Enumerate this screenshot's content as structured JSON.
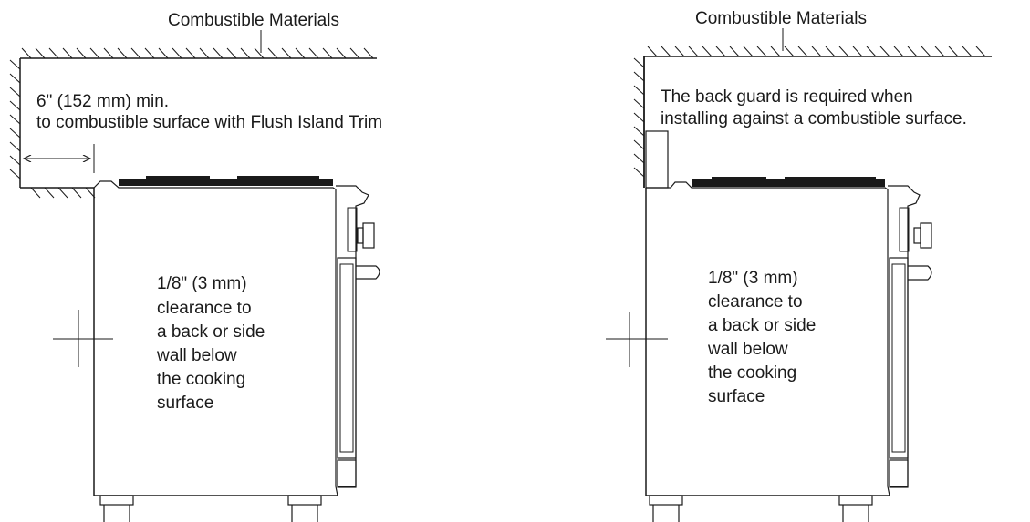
{
  "left_panel": {
    "ceiling_label": "Combustible Materials",
    "dimension_line1": "6\" (152 mm) min.",
    "dimension_line2": "to combustible surface with Flush Island Trim",
    "clearance_lines": [
      "1/8\" (3 mm)",
      "clearance to",
      "a back or side",
      "wall below",
      "the cooking",
      "surface"
    ]
  },
  "right_panel": {
    "ceiling_label": "Combustible Materials",
    "guard_line1": "The back guard is required when",
    "guard_line2": "installing against a combustible surface.",
    "clearance_lines": [
      "1/8\" (3 mm)",
      "clearance to",
      "a back or side",
      "wall below",
      "the cooking",
      "surface"
    ]
  },
  "colors": {
    "line": "#1a1a1a",
    "background": "#ffffff"
  }
}
